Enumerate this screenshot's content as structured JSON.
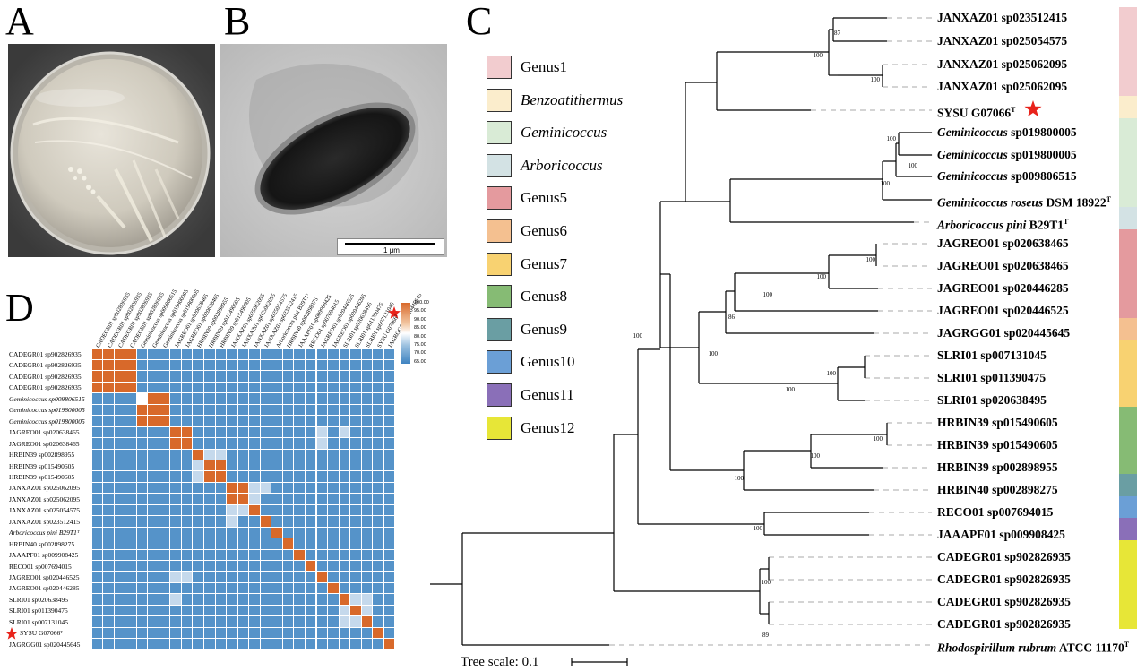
{
  "panels": {
    "a_letter": "A",
    "b_letter": "B",
    "c_letter": "C",
    "d_letter": "D"
  },
  "micrograph": {
    "scale_label": "1 μm"
  },
  "legend": [
    {
      "label": "Genus1",
      "italic": false,
      "color": "#f2cccf"
    },
    {
      "label": "Benzoatithermus",
      "italic": true,
      "color": "#fbedcc"
    },
    {
      "label": "Geminicoccus",
      "italic": true,
      "color": "#d9ebd6"
    },
    {
      "label": "Arboricoccus",
      "italic": true,
      "color": "#d3e2e4"
    },
    {
      "label": "Genus5",
      "italic": false,
      "color": "#e49a9e"
    },
    {
      "label": "Genus6",
      "italic": false,
      "color": "#f4c090"
    },
    {
      "label": "Genus7",
      "italic": false,
      "color": "#f8d271"
    },
    {
      "label": "Genus8",
      "italic": false,
      "color": "#86bb74"
    },
    {
      "label": "Genus9",
      "italic": false,
      "color": "#6a9ea3"
    },
    {
      "label": "Genus10",
      "italic": false,
      "color": "#6b9fd6"
    },
    {
      "label": "Genus11",
      "italic": false,
      "color": "#8a6fb8"
    },
    {
      "label": "Genus12",
      "italic": false,
      "color": "#e7e637"
    }
  ],
  "tree": {
    "scale_label": "Tree scale: 0.1",
    "leaves": [
      {
        "pre": "JANXAZ01 sp023512415",
        "it": "",
        "post": "",
        "sup": ""
      },
      {
        "pre": "JANXAZ01 sp025054575",
        "it": "",
        "post": "",
        "sup": ""
      },
      {
        "pre": "JANXAZ01 sp025062095",
        "it": "",
        "post": "",
        "sup": ""
      },
      {
        "pre": "JANXAZ01 sp025062095",
        "it": "",
        "post": "",
        "sup": ""
      },
      {
        "pre": "SYSU G07066",
        "it": "",
        "post": "",
        "sup": "T"
      },
      {
        "pre": "",
        "it": "Geminicoccus",
        "post": " sp019800005",
        "sup": ""
      },
      {
        "pre": "",
        "it": "Geminicoccus",
        "post": " sp019800005",
        "sup": ""
      },
      {
        "pre": "",
        "it": "Geminicoccus",
        "post": " sp009806515",
        "sup": ""
      },
      {
        "pre": "",
        "it": "Geminicoccus roseus",
        "post": " DSM 18922",
        "sup": "T"
      },
      {
        "pre": "",
        "it": "Arboricoccus pini",
        "post": " B29T1",
        "sup": "T"
      },
      {
        "pre": "JAGREO01 sp020638465",
        "it": "",
        "post": "",
        "sup": ""
      },
      {
        "pre": "JAGREO01 sp020638465",
        "it": "",
        "post": "",
        "sup": ""
      },
      {
        "pre": "JAGREO01 sp020446285",
        "it": "",
        "post": "",
        "sup": ""
      },
      {
        "pre": "JAGREO01 sp020446525",
        "it": "",
        "post": "",
        "sup": ""
      },
      {
        "pre": "JAGRGG01 sp020445645",
        "it": "",
        "post": "",
        "sup": ""
      },
      {
        "pre": "SLRI01 sp007131045",
        "it": "",
        "post": "",
        "sup": ""
      },
      {
        "pre": "SLRI01 sp011390475",
        "it": "",
        "post": "",
        "sup": ""
      },
      {
        "pre": "SLRI01 sp020638495",
        "it": "",
        "post": "",
        "sup": ""
      },
      {
        "pre": "HRBIN39 sp015490605",
        "it": "",
        "post": "",
        "sup": ""
      },
      {
        "pre": "HRBIN39 sp015490605",
        "it": "",
        "post": "",
        "sup": ""
      },
      {
        "pre": "HRBIN39 sp002898955",
        "it": "",
        "post": "",
        "sup": ""
      },
      {
        "pre": "HRBIN40 sp002898275",
        "it": "",
        "post": "",
        "sup": ""
      },
      {
        "pre": "RECO01 sp007694015",
        "it": "",
        "post": "",
        "sup": ""
      },
      {
        "pre": "JAAAPF01 sp009908425",
        "it": "",
        "post": "",
        "sup": ""
      },
      {
        "pre": "CADEGR01 sp902826935",
        "it": "",
        "post": "",
        "sup": ""
      },
      {
        "pre": "CADEGR01 sp902826935",
        "it": "",
        "post": "",
        "sup": ""
      },
      {
        "pre": "CADEGR01 sp902826935",
        "it": "",
        "post": "",
        "sup": ""
      },
      {
        "pre": "CADEGR01 sp902826935",
        "it": "",
        "post": "",
        "sup": ""
      },
      {
        "pre": "",
        "it": "Rhodospirillum rubrum",
        "post": " ATCC 11170",
        "sup": "T"
      }
    ],
    "bootstrap": [
      "87",
      "100",
      "100",
      "100",
      "100",
      "100",
      "100",
      "100",
      "100",
      "86",
      "100",
      "100",
      "100",
      "100",
      "100",
      "100",
      "100",
      "100",
      "100",
      "89",
      "100"
    ],
    "sidebar_groups": [
      {
        "legend_index": 0,
        "count": 4
      },
      {
        "legend_index": 1,
        "count": 1
      },
      {
        "legend_index": 2,
        "count": 4
      },
      {
        "legend_index": 3,
        "count": 1
      },
      {
        "legend_index": 4,
        "count": 4
      },
      {
        "legend_index": 5,
        "count": 1
      },
      {
        "legend_index": 6,
        "count": 3
      },
      {
        "legend_index": 7,
        "count": 3
      },
      {
        "legend_index": 8,
        "count": 1
      },
      {
        "legend_index": 9,
        "count": 1
      },
      {
        "legend_index": 10,
        "count": 1
      },
      {
        "legend_index": 11,
        "count": 4
      }
    ]
  },
  "heatmap": {
    "colorbar_ticks": [
      "100.00",
      "95.00",
      "90.00",
      "85.00",
      "80.00",
      "75.00",
      "70.00",
      "65.00"
    ],
    "colors": {
      "high": "#d8692a",
      "mid": "#ffffff",
      "low": "#3f83c1",
      "base": "#5593c9"
    },
    "row_labels": [
      {
        "text": "CADEGR01 sp902826935",
        "italic": false
      },
      {
        "text": "CADEGR01 sp902826935",
        "italic": false
      },
      {
        "text": "CADEGR01 sp902826935",
        "italic": false
      },
      {
        "text": "CADEGR01 sp902826935",
        "italic": false
      },
      {
        "text": "Geminicoccus sp009806515",
        "italic": true
      },
      {
        "text": "Geminicoccus sp019800005",
        "italic": true
      },
      {
        "text": "Geminicoccus sp019800005",
        "italic": true
      },
      {
        "text": "JAGREO01 sp020638465",
        "italic": false
      },
      {
        "text": "JAGREO01 sp020638465",
        "italic": false
      },
      {
        "text": "HRBIN39 sp002898955",
        "italic": false
      },
      {
        "text": "HRBIN39 sp015490605",
        "italic": false
      },
      {
        "text": "HRBIN39 sp015490605",
        "italic": false
      },
      {
        "text": "JANXAZ01 sp025062095",
        "italic": false
      },
      {
        "text": "JANXAZ01 sp025062095",
        "italic": false
      },
      {
        "text": "JANXAZ01 sp025054575",
        "italic": false
      },
      {
        "text": "JANXAZ01 sp023512415",
        "italic": false
      },
      {
        "text": "Arboricoccus pini B29T1ᵀ",
        "italic": true
      },
      {
        "text": "HRBIN40 sp002898275",
        "italic": false
      },
      {
        "text": "JAAAPF01 sp009908425",
        "italic": false
      },
      {
        "text": "RECO01 sp007694015",
        "italic": false
      },
      {
        "text": "JAGREO01 sp020446525",
        "italic": false
      },
      {
        "text": "JAGREO01 sp020446285",
        "italic": false
      },
      {
        "text": "SLRI01 sp020638495",
        "italic": false
      },
      {
        "text": "SLRI01 sp011390475",
        "italic": false
      },
      {
        "text": "SLRI01 sp007131045",
        "italic": false
      },
      {
        "text": "SYSU G07066ᵀ",
        "italic": false
      },
      {
        "text": "JAGRGG01 sp020445645",
        "italic": false
      }
    ],
    "col_labels": [
      "CADEGR01 sp902826935",
      "CADEGR01 sp902826935",
      "CADEGR01 sp902826935",
      "CADEGR01 sp902826935",
      "Geminicoccus sp009806515",
      "Geminicoccus sp019800005",
      "Geminicoccus sp019800005",
      "JAGREO01 sp020638465",
      "JAGREO01 sp020638465",
      "HRBIN39 sp002898955",
      "HRBIN39 sp015490605",
      "HRBIN39 sp015490605",
      "JANXAZ01 sp025062095",
      "JANXAZ01 sp025062095",
      "JANXAZ01 sp025054575",
      "JANXAZ01 sp023512415",
      "Arboricoccus pini B29T1ᵀ",
      "HRBIN40 sp002898275",
      "JAAAPF01 sp009908425",
      "RECO01 sp007694015",
      "JAGREO01 sp020446525",
      "JAGREO01 sp020446285",
      "SLRI01 sp020638495",
      "SLRI01 sp011390475",
      "SLRI01 sp007131045",
      "SYSU G07066ᵀ",
      "JAGRGG01 sp020445645"
    ],
    "blocks": [
      [
        0,
        4
      ],
      [
        4,
        3
      ],
      [
        7,
        2
      ],
      [
        9,
        1
      ],
      [
        10,
        2
      ],
      [
        12,
        2
      ],
      [
        14,
        1
      ],
      [
        15,
        1
      ],
      [
        16,
        1
      ],
      [
        17,
        1
      ],
      [
        18,
        1
      ],
      [
        19,
        1
      ],
      [
        20,
        1
      ],
      [
        21,
        1
      ],
      [
        22,
        1
      ],
      [
        23,
        1
      ],
      [
        24,
        1
      ],
      [
        25,
        1
      ],
      [
        26,
        1
      ]
    ],
    "light_pairs": [
      [
        4,
        4
      ],
      [
        12,
        14
      ],
      [
        13,
        14
      ],
      [
        14,
        12
      ],
      [
        14,
        13
      ],
      [
        12,
        15
      ],
      [
        15,
        12
      ],
      [
        7,
        20
      ],
      [
        20,
        7
      ],
      [
        8,
        20
      ],
      [
        20,
        8
      ],
      [
        9,
        10
      ],
      [
        10,
        9
      ],
      [
        9,
        11
      ],
      [
        11,
        9
      ],
      [
        22,
        23
      ],
      [
        23,
        22
      ],
      [
        22,
        24
      ],
      [
        24,
        22
      ],
      [
        23,
        24
      ],
      [
        24,
        23
      ],
      [
        7,
        22
      ],
      [
        22,
        7
      ]
    ]
  }
}
